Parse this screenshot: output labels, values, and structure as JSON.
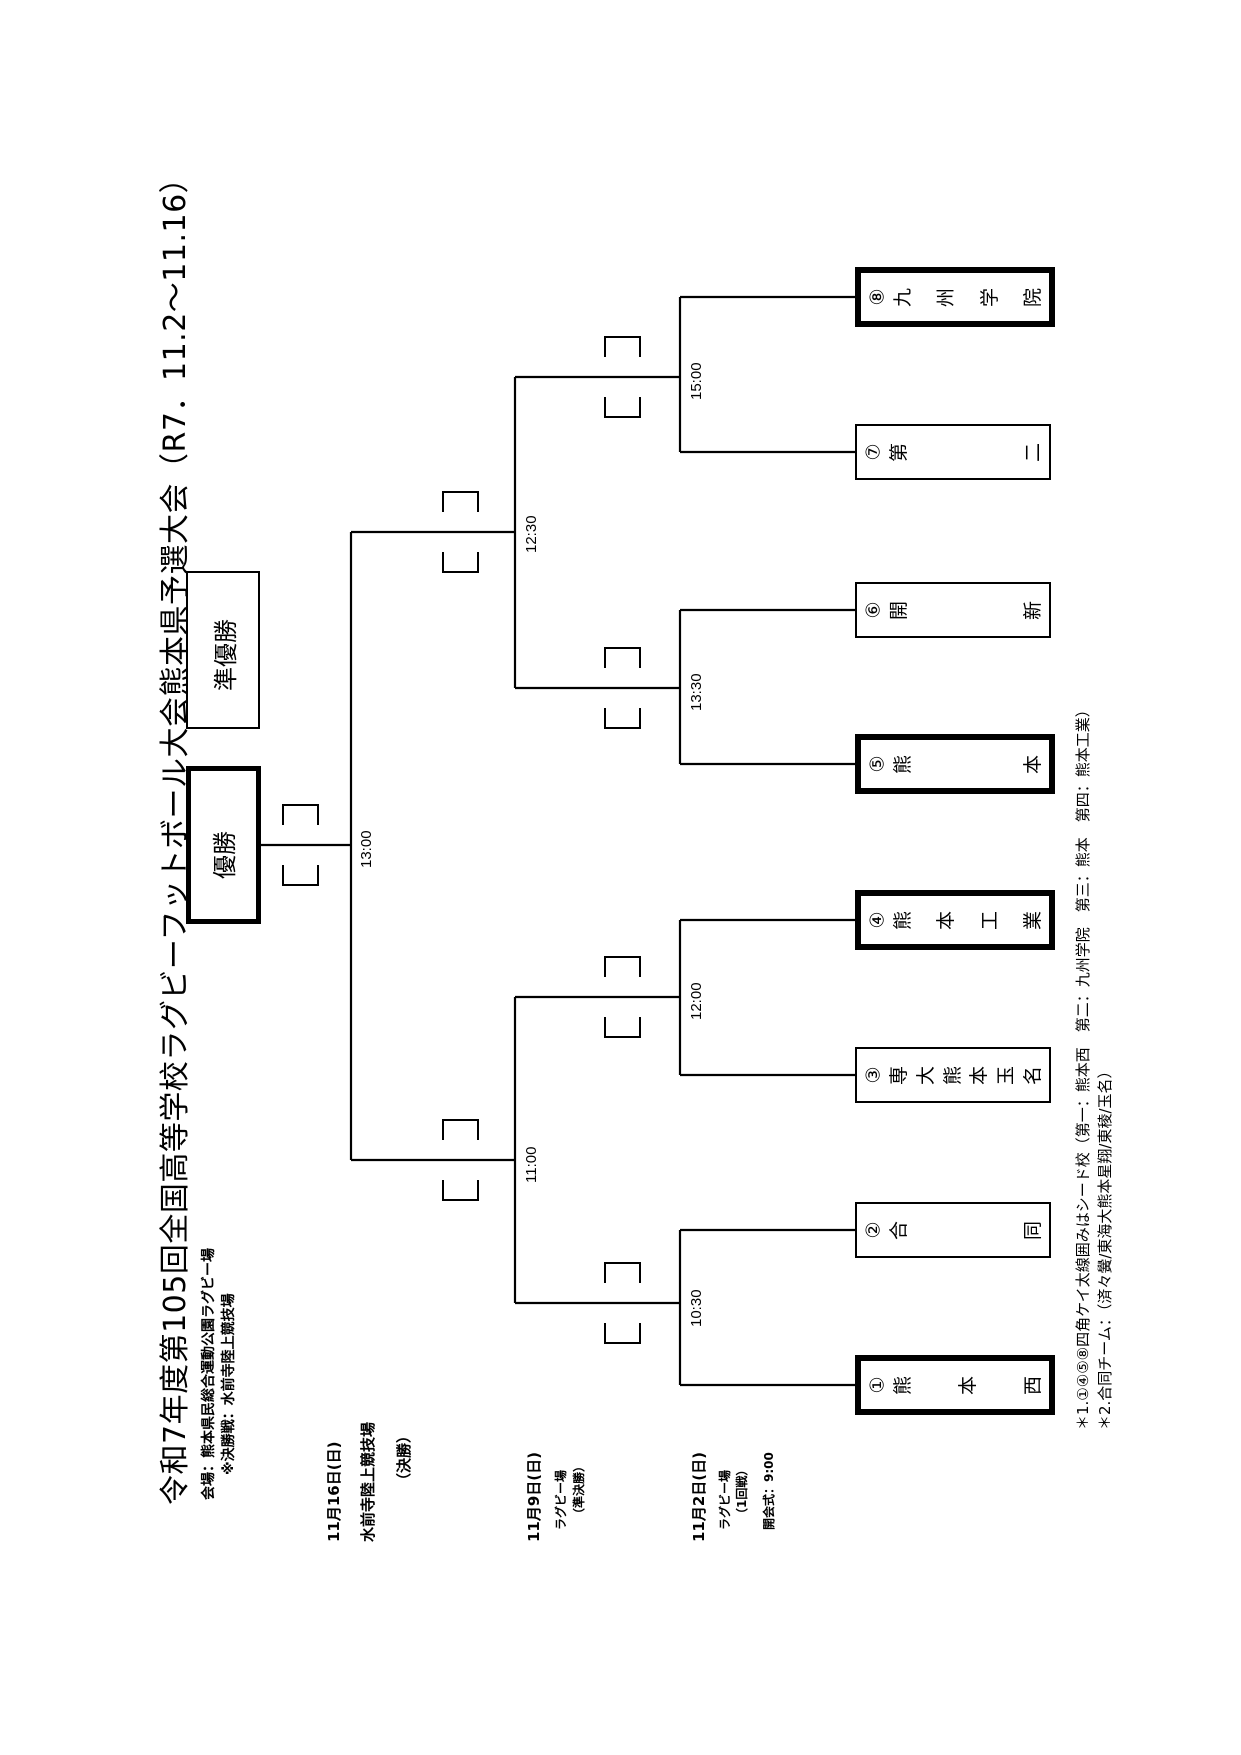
{
  "title": "令和7年度第105回全国高等学校ラグビーフットボール大会熊本県予選大会（R7．11.2〜11.16）",
  "venue": {
    "line1": "会場：熊本県民総合運動公園ラグビー場",
    "line2": "※決勝戦：水前寺陸上競技場"
  },
  "rounds": [
    {
      "date": "11月16日(日)",
      "place": "水前寺陸上競技場",
      "stage": "（決勝）"
    },
    {
      "date": "11月9日(日)",
      "place": "ラグビー場",
      "stage": "（準決勝）"
    },
    {
      "date": "11月2日(日)",
      "place": "ラグビー場",
      "stage": "（1回戦）",
      "extra": "開会式：9:00"
    }
  ],
  "awards": {
    "champion": "優勝",
    "runner_up": "準優勝"
  },
  "teams": [
    {
      "num": "①",
      "chars": [
        "熊",
        "本",
        "西"
      ],
      "seed": true
    },
    {
      "num": "②",
      "chars": [
        "合",
        "同"
      ],
      "seed": false
    },
    {
      "num": "③",
      "chars": [
        "専",
        "大",
        "熊",
        "本",
        "玉",
        "名"
      ],
      "seed": false
    },
    {
      "num": "④",
      "chars": [
        "熊",
        "本",
        "工",
        "業"
      ],
      "seed": true
    },
    {
      "num": "⑤",
      "chars": [
        "熊",
        "本"
      ],
      "seed": true
    },
    {
      "num": "⑥",
      "chars": [
        "開",
        "新"
      ],
      "seed": false
    },
    {
      "num": "⑦",
      "chars": [
        "第",
        "二"
      ],
      "seed": false
    },
    {
      "num": "⑧",
      "chars": [
        "九",
        "州",
        "学",
        "院"
      ],
      "seed": true
    }
  ],
  "match_times": {
    "r1": [
      "10:30",
      "12:00",
      "13:30",
      "15:00"
    ],
    "sf": [
      "11:00",
      "12:30"
    ],
    "final": "13:00"
  },
  "notes": {
    "note1a": "＊1.①④⑤⑧四角ケイ太線囲みはシード校（第一：熊本西　第二：九州学院　第三：熊本　第四：熊本工業）",
    "note2": "＊2.合同チーム：（済々黌/東海大熊本星翔/東稜/玉名）"
  },
  "colors": {
    "ink": "#000000",
    "paper": "#ffffff"
  }
}
